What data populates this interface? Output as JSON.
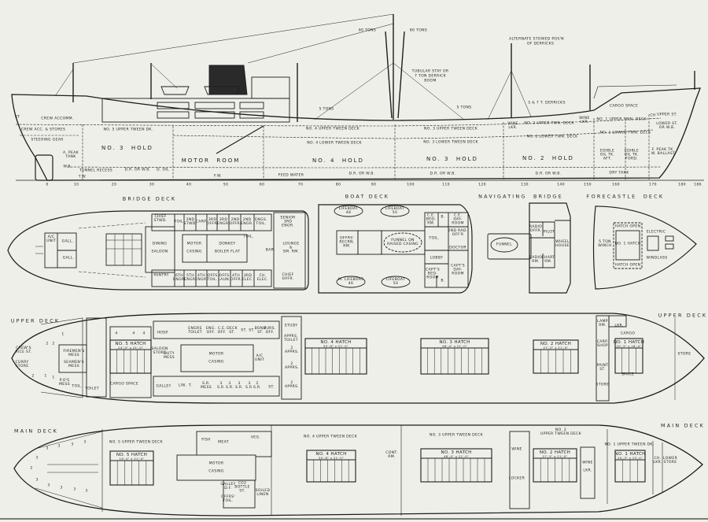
{
  "colors": {
    "paper": "#efefea",
    "ink": "#1d1d1d"
  },
  "profile": {
    "labels": [
      "80 TONS",
      "80 TONS",
      "ALTERNATE STOWED POS'N",
      "OF DERRICKS",
      "TUBULAR STAY OR",
      "7 TON DERRICK",
      "BOOM",
      "5 TONS",
      "5 TONS",
      "5 & 7 T. DERRICKS",
      "CARGO SPACE",
      "ST",
      "CREW ACCOMM.",
      "CREW ACC. & STORES",
      "NO. 5 UPPER TWEEN DK.",
      "NO. 4 UPPER TWEEN DECK",
      "NO. 3 UPPER TWEEN DECK",
      "WINE\nLKR.",
      "NO. 2 UPPER TWN. DECK",
      "WINE\nLKR.",
      "NO. 1 UPPER TWN. DECK",
      "CH",
      "UPPER ST.",
      "LOWER ST.\nOR W.B.",
      "NO. 1 LOWER TWN. DECK",
      "STEERING GEAR",
      "NO. 4 LOWER TWEEN DECK",
      "NO. 3 LOWER TWEEN DECK",
      "NO. 2 LOWER TWN. DECK",
      "NO. 3  HOLD",
      "A. PEAK\nTANK",
      "EDIBLE\nOIL TK.\nAFT.",
      "EDIBLE\nOIL TK.\nFORD.",
      "F. PEAK TK.\nW. BALLAST",
      "MOTOR  ROOM",
      "NO. 4  HOLD",
      "NO. 3  HOLD",
      "NO. 2  HOLD",
      "TUNNEL RECESS",
      "D.R. OR W.B.",
      "D. OIL",
      "W.B.",
      "T.W.",
      "F.W.",
      "FEED WATER",
      "D.R. OR W.B.",
      "D.R. OR W.B.",
      "D.R. OR W.B.",
      "DRY TANK"
    ],
    "frames": [
      "0",
      "10",
      "20",
      "30",
      "40",
      "50",
      "60",
      "70",
      "80",
      "90",
      "100",
      "110",
      "120",
      "130",
      "140",
      "150",
      "160",
      "170",
      "180",
      "186"
    ]
  },
  "bridge_deck": {
    "title": "BRIDGE DECK",
    "rooms": [
      "A/C\nUNIT",
      "GALL.",
      "GALL.",
      "CHIEF\nSTWD.",
      "TOIL.",
      "2ND\nSTWD.",
      "CARP.",
      "3RD\nOFFR.",
      "3RD\nENGR.",
      "2ND\nOFFR.",
      "2ND\nENGR.",
      "ENGS.\nTOIL.",
      "SENIOR\n3RD\nENGR.",
      "DINING\n\nSALOON",
      "MOTOR\n\nCASING",
      "DONKEY\n\nBOILER FLAT",
      "TOIL.",
      "BAR",
      "LOUNGE\n&\nSM. RM.",
      "PANTRY",
      "6TH\nENGR.",
      "5TH\nENGR.",
      "4TH\nENGR.",
      "OFFS\nTOIL.",
      "OFFS\nLAUN.",
      "4TH\nOFFR.",
      "3RD\nELEC.",
      "CH.\nELEC.",
      "CHIEF\nOFFR."
    ]
  },
  "boat_deck": {
    "title": "BOAT DECK",
    "rooms": [
      "LIFEBOAT\n48",
      "LIFEBOAT\n50",
      "OFFRS'\nRECRN.\nRM.",
      "FUNNEL ON\nRAISED CASING",
      "C.E.\nBED-\nRM.",
      "B.",
      "C.E.\nDAY-\nROOM",
      "TOIL.",
      "2ND RAD.\nOFF'R",
      "DOCTOR",
      "LOBBY",
      "CAPT'S\nBED-\nROOM",
      "CAPT'S\nDAY-\nROOM",
      "B.",
      "M. LIFEBOAT\n46",
      "LIFEBOAT\n50"
    ]
  },
  "navigating_bridge": {
    "title": "NAVIGATING  BRIDGE",
    "rooms": [
      "FUNNEL",
      "RADIO\nOFFR.",
      "PILOT",
      "WHEEL\nHOUSE",
      "RADIO\nRM.",
      "CHART\nRM."
    ]
  },
  "forecastle_deck": {
    "title": "FORECASTLE  DECK",
    "rooms": [
      "HATCH OPEN",
      "NO. 1 HATCH",
      "HATCH OPEN",
      "ELECTRIC",
      "WINDLASS",
      "5 TON\nWINCH"
    ]
  },
  "upper_deck": {
    "title": "UPPER DECK",
    "rooms": [
      "CREW'S\nRICE ST.",
      "CURRY\nSTORE",
      "FIREMEN'S\nMESS",
      "SEAMEN'S\nMESS",
      "P.O'S\nMESS",
      "TOIL.",
      "TOILET",
      "CARGO SPACE",
      "SALOON\nSTORE",
      "DUTY\nMESS",
      "HOSP.",
      "ENGRS\nTOILET",
      "ENG.\nOFF.",
      "C.E.\nOFF.",
      "DECK\nST.",
      "ST.",
      "ST.",
      "BOND\nST.",
      "PURS.\nOFF.",
      "STUDY",
      "APPRS.\nTOILET",
      "2\nAPPRS.",
      "2\nAPPRS.",
      "2\nAPPRS.",
      "MOTOR\n\nCASING",
      "A/C\nUNIT",
      "GALLEY",
      "LIN.",
      "T.",
      "S.R.\nMESS",
      "3\nS.R.",
      "3\nS.R.",
      "3\nS.R.",
      "3\nS.R.",
      "2\nS.R.",
      "ST.",
      "4",
      "4",
      "4",
      "1",
      "2",
      "2",
      "1",
      "1",
      "2",
      "LAMP\nRM.",
      "LKR.",
      "CARGO",
      "CARP.\nSHOP",
      "PAINT\nST.",
      "STORE",
      "SPACE",
      "STORE"
    ],
    "hatches": [
      {
        "name": "NO. 5 HATCH",
        "size": "24'-0\" x 21'-0\""
      },
      {
        "name": "NO. 4 HATCH",
        "size": "50'-8\" x 21'-0\""
      },
      {
        "name": "NO. 3 HATCH",
        "size": "48'-0\" x 21'-0\""
      },
      {
        "name": "NO. 2 HATCH",
        "size": "27'-3\" x 21'-0\""
      },
      {
        "name": "NO. 1 HATCH",
        "size": "20'-3\" x 18'-0\""
      }
    ]
  },
  "main_deck": {
    "title": "MAIN DECK",
    "rooms": [
      "NO. 5 UPPER TWEEN DECK",
      "FISH",
      "MEAT",
      "VEG.",
      "MOTOR\n\nCASING",
      "GALLEY\nD.F.",
      "CO2\nBOTTLE\nST.",
      "OFFRS'\nTOIL.",
      "SOILED\nLINEN",
      "NO. 4 UPPER TWEEN DECK",
      "CONT.\nRM.",
      "NO. 3 UPPER TWEEN DECK",
      "WINE",
      "LOCKER",
      "NO. 2\nUPPER TWEEN DECK",
      "WINE\n\nLKR.",
      "NO. 1 UPPER TWEEN DK.",
      "CH.\nLKR.",
      "LOWER\nSTORE",
      "3",
      "3",
      "3",
      "3",
      "3",
      "2",
      "3",
      "3",
      "3",
      "3",
      "3"
    ],
    "hatches": [
      {
        "name": "NO. 5 HATCH",
        "size": "19'-4\" x 21'-0\""
      },
      {
        "name": "NO. 4 HATCH",
        "size": "50'-8\" x 21'-0\""
      },
      {
        "name": "NO. 3 HATCH",
        "size": "48'-0\" x 21'-0\""
      },
      {
        "name": "NO. 2 HATCH",
        "size": "27'-3\" x 21'-0\""
      },
      {
        "name": "NO. 1 HATCH",
        "size": "20'-3\" x 15'-0\""
      }
    ]
  }
}
